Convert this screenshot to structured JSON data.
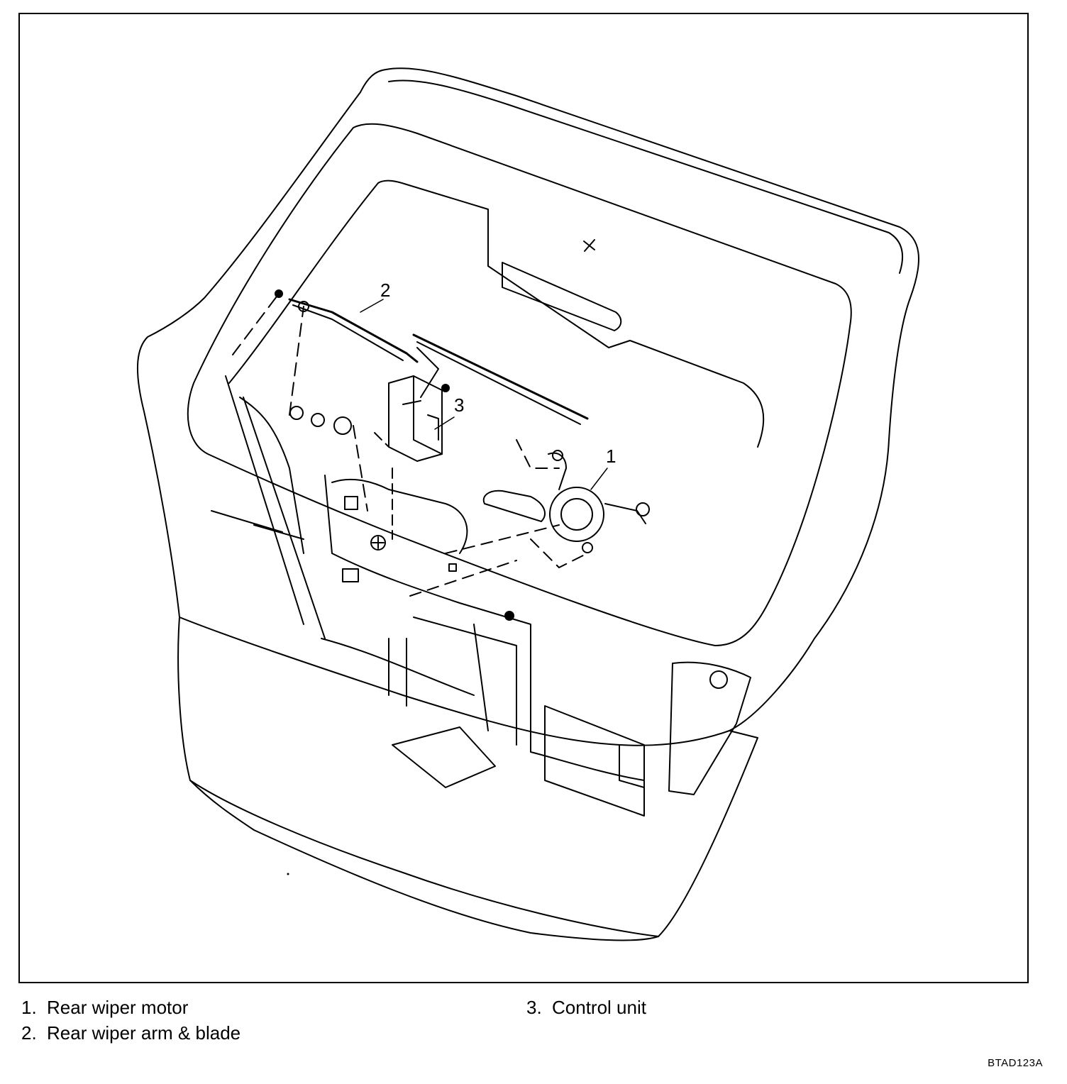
{
  "figure": {
    "callouts": [
      {
        "id": "1",
        "label": "1"
      },
      {
        "id": "2",
        "label": "2"
      },
      {
        "id": "3",
        "label": "3"
      }
    ],
    "legend": [
      {
        "num": "1.",
        "text": "Rear wiper motor"
      },
      {
        "num": "2.",
        "text": "Rear wiper arm & blade"
      },
      {
        "num": "3.",
        "text": "Control unit"
      }
    ],
    "code": "BTAD123A"
  }
}
